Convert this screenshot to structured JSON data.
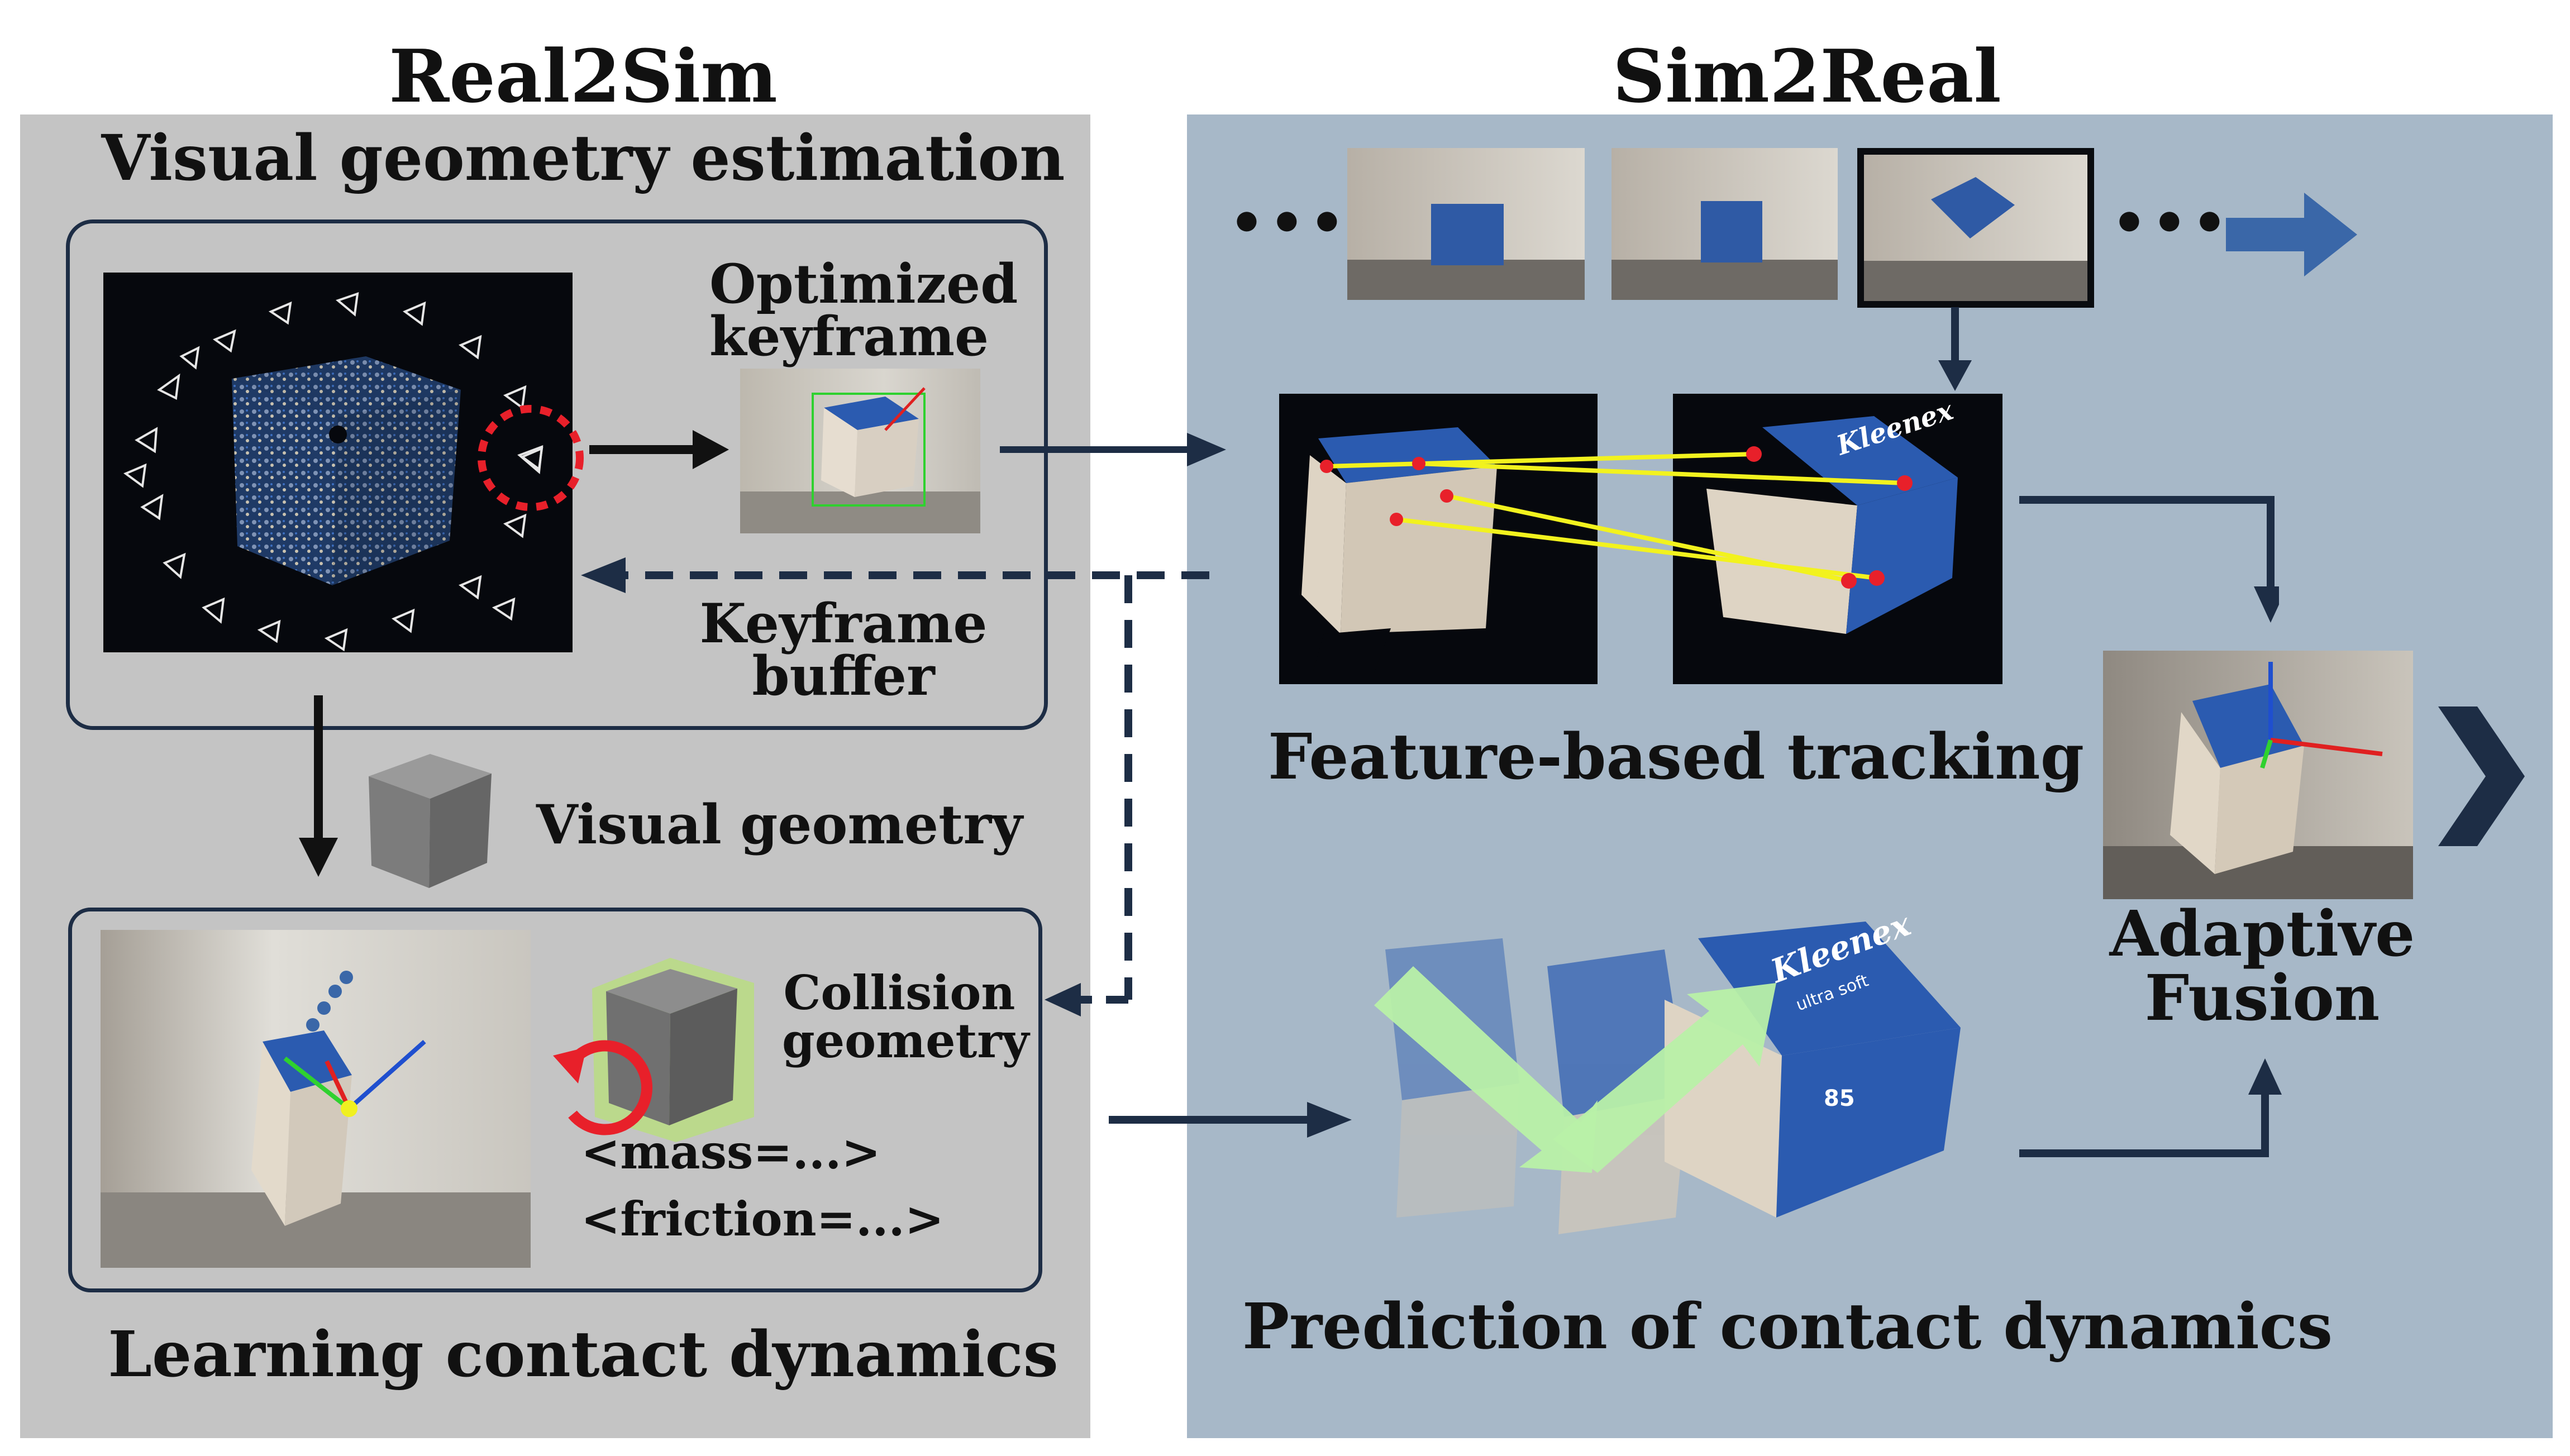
{
  "sections": {
    "left": {
      "title": "Real2Sim"
    },
    "right": {
      "title": "Sim2Real"
    }
  },
  "left_panel": {
    "visual_geometry_estimation": "Visual geometry estimation",
    "optimized_keyframe_line1": "Optimized",
    "optimized_keyframe_line2": "keyframe",
    "keyframe_buffer_line1": "Keyframe",
    "keyframe_buffer_line2": "buffer",
    "visual_geometry": "Visual geometry",
    "collision_geometry_line1": "Collision",
    "collision_geometry_line2": "geometry",
    "mass_param": "<mass=...>",
    "friction_param": "<friction=...>",
    "learning_contact_dynamics": "Learning contact dynamics"
  },
  "right_panel": {
    "ellipsis_left": "•••",
    "ellipsis_right": "•••",
    "feature_based_tracking": "Feature-based tracking",
    "adaptive_fusion_line1": "Adaptive",
    "adaptive_fusion_line2": "Fusion",
    "prediction_contact_dynamics": "Prediction of contact dynamics",
    "product_label": "Kleenex",
    "product_sublabel": "ultra soft",
    "product_count": "85"
  },
  "colors": {
    "left_panel_bg": "#c4c4c4",
    "right_panel_bg": "#a7b8c8",
    "arrow_dark": "#1d2d45",
    "arrow_blue": "#3a67a8",
    "match_lines": "#f2f21e",
    "keypoints": "#e8202a",
    "motion_arrows": "#b8f0a8"
  }
}
